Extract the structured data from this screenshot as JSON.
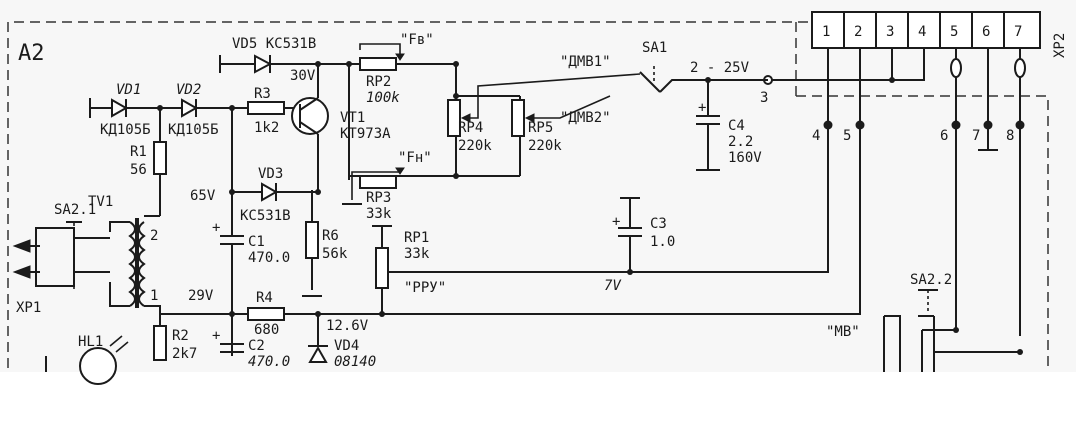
{
  "block_label": "A2",
  "connector_xp2": {
    "label": "XP2",
    "pins": [
      "1",
      "2",
      "3",
      "4",
      "5",
      "6",
      "7"
    ]
  },
  "connector_xp1": {
    "label": "XP1"
  },
  "labels": {
    "vd5": "VD5 KC531B",
    "v30": "30V",
    "fv": "\"Fв\"",
    "rp2_name": "RP2",
    "rp2_val": "100k",
    "dmv1": "\"ДМВ1\"",
    "sa1": "SA1",
    "v2_25": "2 - 25V",
    "node3": "3",
    "vd1": "VD1",
    "vd2": "VD2",
    "kd_1": "КД105Б",
    "kd_2": "КД105Б",
    "r3": "R3",
    "r3_val": "1k2",
    "vt1": "VT1",
    "vt1_type": "KT973A",
    "dmv2": "\"ДМВ2\"",
    "rp4_name": "RP4",
    "rp4_val": "220k",
    "rp5_name": "RP5",
    "rp5_val": "220k",
    "c4": "C4",
    "c4_val": "2.2",
    "c4_volt": "160V",
    "node4": "4",
    "node5": "5",
    "node6": "6",
    "node7": "7",
    "node8": "8",
    "r1": "R1",
    "r1_val": "56",
    "vd3": "VD3",
    "fn": "\"Fн\"",
    "tv1": "TV1",
    "sa21": "SA2.1",
    "v65": "65V",
    "vd3_type": "KC531B",
    "rp3_name": "RP3",
    "rp3_val": "33k",
    "tv_pin2": "2",
    "c1": "C1",
    "c1_val": "470.0",
    "r6": "R6",
    "r6_val": "56k",
    "rp1_name": "RP1",
    "rp1_val": "33k",
    "c3": "C3",
    "c3_val": "1.0",
    "v7": "7V",
    "rru": "\"РРУ\"",
    "tv_pin1": "1",
    "v29": "29V",
    "r4": "R4",
    "r4_val": "680",
    "v126": "12.6V",
    "sa22": "SA2.2",
    "mv": "\"MB\"",
    "r2": "R2",
    "r2_val": "2k7",
    "c2": "C2",
    "c2_val": "470.0",
    "vd4": "VD4",
    "vd4_type": "08140",
    "hl1": "HL1"
  }
}
